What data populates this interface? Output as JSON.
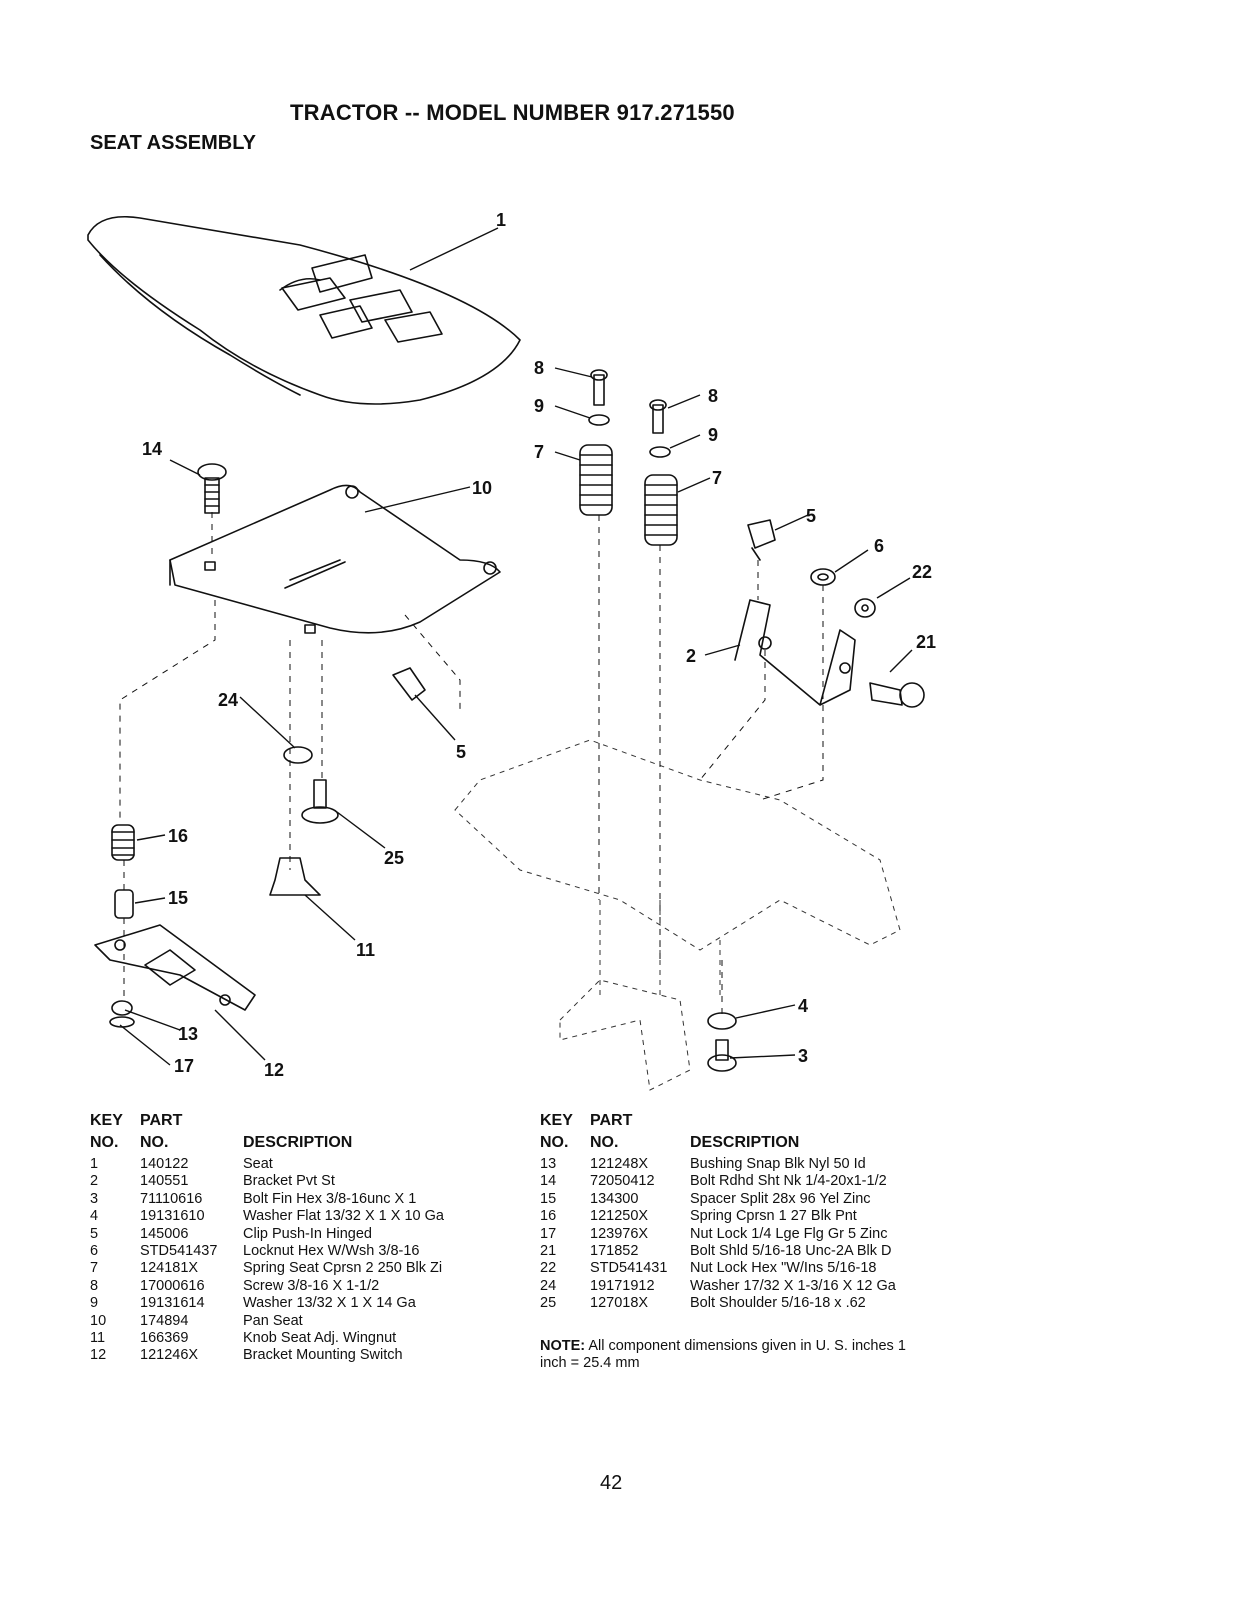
{
  "header": {
    "title": "TRACTOR -- MODEL NUMBER 917.271550",
    "subtitle": "SEAT ASSEMBLY"
  },
  "diagram": {
    "callouts": [
      "1",
      "8",
      "9",
      "7",
      "8",
      "9",
      "7",
      "14",
      "10",
      "5",
      "6",
      "22",
      "21",
      "2",
      "24",
      "5",
      "16",
      "25",
      "15",
      "11",
      "4",
      "3",
      "13",
      "17",
      "12"
    ]
  },
  "table_headers": {
    "key_line1": "KEY",
    "key_line2": "NO.",
    "part_line1": "PART",
    "part_line2": "NO.",
    "description": "DESCRIPTION"
  },
  "parts_left": [
    {
      "key": "1",
      "part": "140122",
      "desc": "Seat"
    },
    {
      "key": "2",
      "part": "140551",
      "desc": "Bracket Pvt St"
    },
    {
      "key": "3",
      "part": "71110616",
      "desc": "Bolt Fin Hex 3/8-16unc X 1"
    },
    {
      "key": "4",
      "part": "19131610",
      "desc": "Washer Flat 13/32 X 1 X 10 Ga"
    },
    {
      "key": "5",
      "part": "145006",
      "desc": "Clip Push-In Hinged"
    },
    {
      "key": "6",
      "part": "STD541437",
      "desc": "Locknut Hex W/Wsh  3/8-16"
    },
    {
      "key": "7",
      "part": "124181X",
      "desc": "Spring Seat Cprsn 2 250 Blk Zi"
    },
    {
      "key": "8",
      "part": "17000616",
      "desc": "Screw 3/8-16 X 1-1/2"
    },
    {
      "key": "9",
      "part": "19131614",
      "desc": "Washer 13/32 X 1 X 14 Ga"
    },
    {
      "key": "10",
      "part": "174894",
      "desc": "Pan Seat"
    },
    {
      "key": "11",
      "part": "166369",
      "desc": "Knob Seat Adj. Wingnut"
    },
    {
      "key": "12",
      "part": "121246X",
      "desc": "Bracket Mounting Switch"
    }
  ],
  "parts_right": [
    {
      "key": "13",
      "part": "121248X",
      "desc": "Bushing Snap Blk Nyl 50 Id"
    },
    {
      "key": "14",
      "part": "72050412",
      "desc": "Bolt Rdhd Sht Nk 1/4-20x1-1/2"
    },
    {
      "key": "15",
      "part": "134300",
      "desc": "Spacer Split 28x 96 Yel Zinc"
    },
    {
      "key": "16",
      "part": "121250X",
      "desc": "Spring Cprsn 1 27 Blk Pnt"
    },
    {
      "key": "17",
      "part": "123976X",
      "desc": "Nut Lock 1/4 Lge Flg Gr 5 Zinc"
    },
    {
      "key": "21",
      "part": "171852",
      "desc": "Bolt Shld 5/16-18 Unc-2A Blk D"
    },
    {
      "key": "22",
      "part": "STD541431",
      "desc": "Nut Lock Hex \"W/Ins  5/16-18"
    },
    {
      "key": "24",
      "part": "19171912",
      "desc": "Washer 17/32 X 1-3/16 X 12 Ga"
    },
    {
      "key": "25",
      "part": "127018X",
      "desc": "Bolt Shoulder 5/16-18 x .62"
    }
  ],
  "note": {
    "label": "NOTE:",
    "text": "All component dimensions given in U. S. inches 1 inch = 25.4 mm"
  },
  "page_number": "42"
}
